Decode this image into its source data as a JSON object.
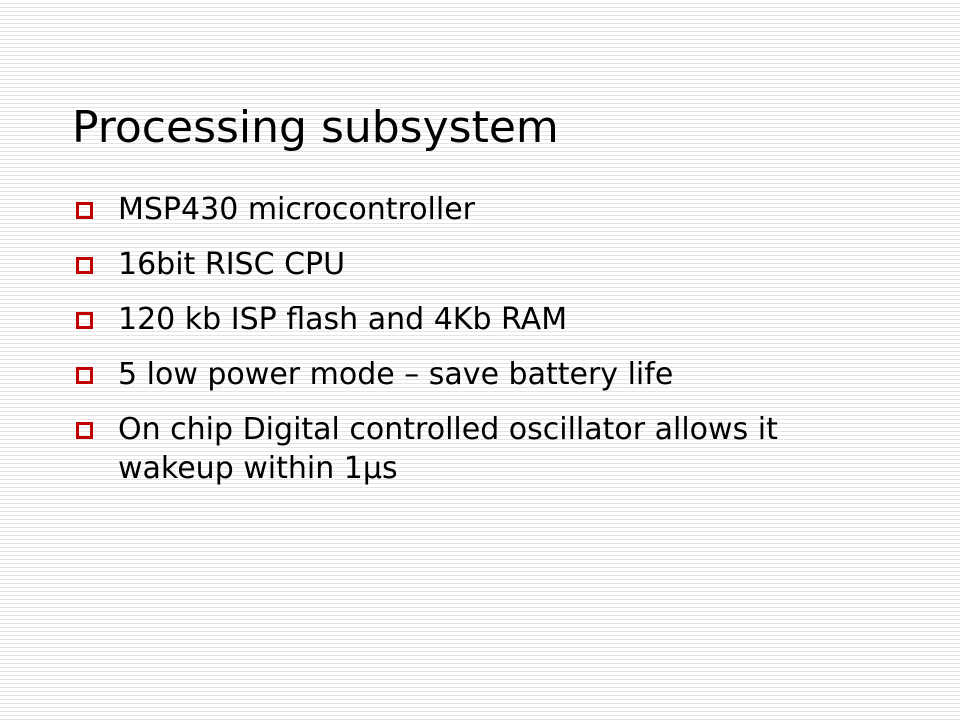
{
  "slide": {
    "title": "Processing subsystem",
    "accent_color": "#c00000",
    "bullet_icon": "hollow-square-bullet-icon",
    "bullets": [
      "MSP430 microcontroller",
      "16bit RISC CPU",
      "120 kb ISP flash and 4Kb RAM",
      "5 low power mode – save battery life",
      "On chip Digital controlled oscillator allows it wakeup within 1µs"
    ]
  }
}
